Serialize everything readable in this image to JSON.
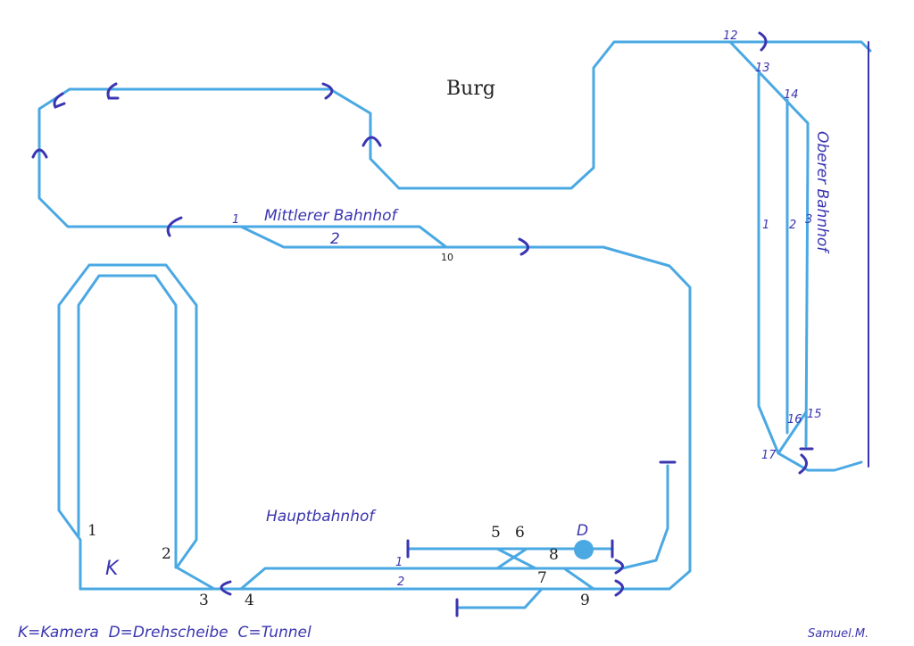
{
  "diagram": {
    "title": "Burg",
    "areas": {
      "middle_station": "Mittlerer Bahnhof",
      "upper_station": "Oberer Bahnhof",
      "main_station": "Hauptbahnhof"
    },
    "legend": "K=Kamera  D=Drehscheibe  C=Tunnel",
    "author": "Samuel.M.",
    "symbols": {
      "camera": "K",
      "turntable": "D",
      "tunnel": "C"
    },
    "labels": {
      "middle_track_1": "1",
      "middle_track_2": "2",
      "switch_10": "10",
      "switch_12": "12",
      "switch_13": "13",
      "switch_14": "14",
      "switch_15": "15",
      "switch_16": "16",
      "switch_17": "17",
      "upper_track_1": "1",
      "upper_track_2": "2",
      "upper_track_3": "3",
      "main_switch_1": "1",
      "main_switch_2": "2",
      "main_switch_3": "3",
      "main_switch_4": "4",
      "main_switch_5": "5",
      "main_switch_6": "6",
      "main_switch_7": "7",
      "main_switch_8": "8",
      "main_switch_9": "9",
      "main_track_1": "1",
      "main_track_2": "2"
    },
    "colors": {
      "track": "#4aa8e3",
      "pen": "#3a35b0",
      "turntable": "#4aa8e3"
    }
  }
}
